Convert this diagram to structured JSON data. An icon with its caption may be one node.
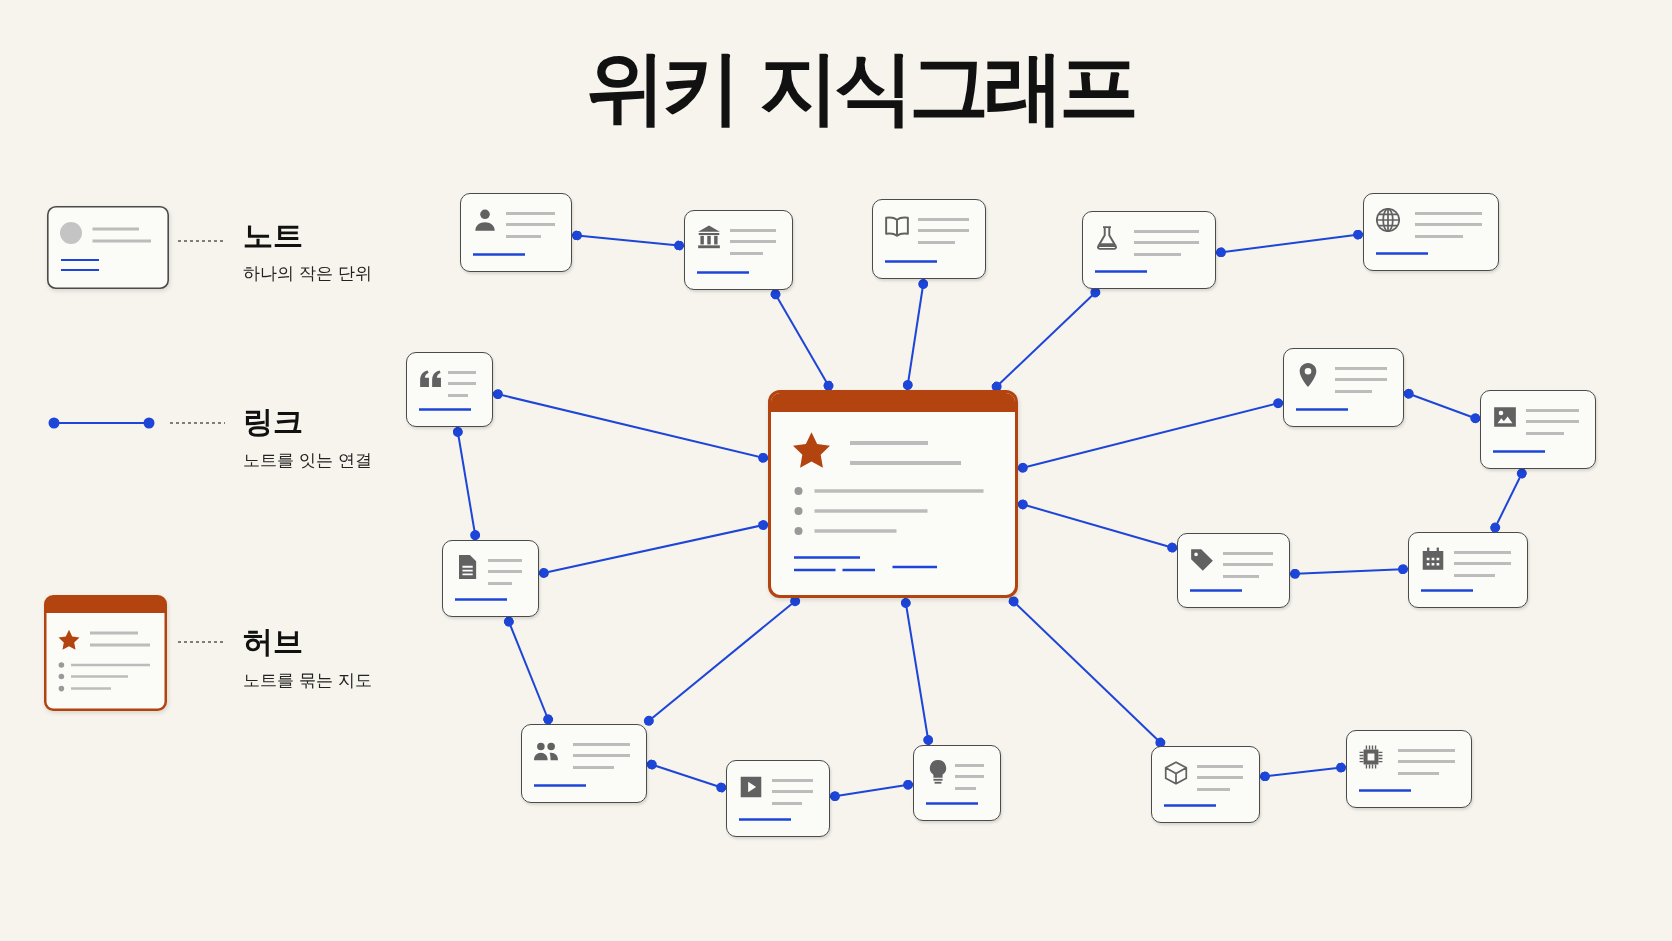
{
  "diagram": {
    "title": "위키 지식그래프",
    "nodes": [
      {
        "text": [],
        "shape": "box"
      },
      {
        "text": [],
        "shape": "box"
      },
      {
        "text": [],
        "shape": "box"
      },
      {
        "text": [],
        "shape": "box"
      },
      {
        "text": [],
        "shape": "box"
      },
      {
        "text": [],
        "shape": "box"
      },
      {
        "text": [],
        "shape": "box"
      },
      {
        "text": [],
        "shape": "box"
      },
      {
        "text": [],
        "shape": "box"
      },
      {
        "text": [],
        "shape": "box"
      },
      {
        "text": [],
        "shape": "box"
      },
      {
        "text": [],
        "shape": "box"
      },
      {
        "text": [],
        "shape": "box"
      },
      {
        "text": [],
        "shape": "box"
      },
      {
        "text": [],
        "shape": "box"
      },
      {
        "text": [],
        "shape": "box"
      },
      {
        "text": [],
        "shape": "box"
      }
    ],
    "edges": [
      {
        "from": 0,
        "to": 1,
        "arrow": "other"
      },
      {
        "from": 1,
        "to": 6,
        "arrow": "other"
      },
      {
        "from": 2,
        "to": 6,
        "arrow": "other"
      },
      {
        "from": 3,
        "to": 6,
        "arrow": "other"
      },
      {
        "from": 3,
        "to": 4,
        "arrow": "other"
      },
      {
        "from": 5,
        "to": 6,
        "arrow": "other"
      },
      {
        "from": 5,
        "to": 9,
        "arrow": "other"
      },
      {
        "from": 9,
        "to": 6,
        "arrow": "other"
      },
      {
        "from": 9,
        "to": 12,
        "arrow": "other"
      },
      {
        "from": 12,
        "to": 6,
        "arrow": "other"
      },
      {
        "from": 12,
        "to": 13,
        "arrow": "other"
      },
      {
        "from": 13,
        "to": 14,
        "arrow": "other"
      },
      {
        "from": 6,
        "to": 14,
        "arrow": "other"
      },
      {
        "from": 6,
        "to": 15,
        "arrow": "other"
      },
      {
        "from": 15,
        "to": 16,
        "arrow": "other"
      },
      {
        "from": 6,
        "to": 7,
        "arrow": "other"
      },
      {
        "from": 7,
        "to": 8,
        "arrow": "other"
      },
      {
        "from": 8,
        "to": 11,
        "arrow": "other"
      },
      {
        "from": 6,
        "to": 10,
        "arrow": "other"
      },
      {
        "from": 10,
        "to": 11,
        "arrow": "other"
      }
    ],
    "labels": [
      "하나의 작은 단위",
      "노트를 잇는 연결",
      "노트를 묶는 지도"
    ],
    "legend": [
      {
        "text": "노트"
      },
      {
        "text": "링크"
      },
      {
        "text": "허브"
      }
    ]
  }
}
